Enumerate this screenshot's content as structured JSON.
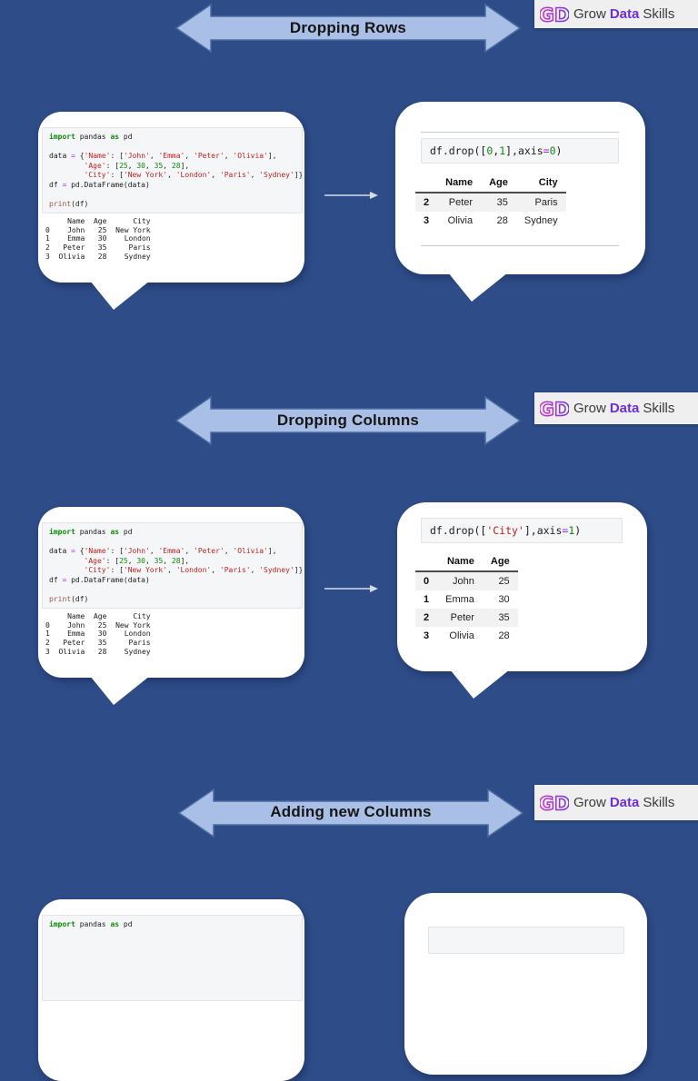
{
  "colors": {
    "background": "#2e4c88",
    "banner_fill": "#a9bfe6",
    "banner_border": "#4a6b9f",
    "bubble": "#ffffff",
    "code_cell_bg": "#f5f6f7",
    "logo_purple": "#6d2fd9",
    "code_keyword": "#0b8a0b",
    "code_string": "#ba2121",
    "code_number": "#0e8a0e",
    "code_operator": "#aa22ff",
    "code_builtin": "#9c5649"
  },
  "logo": {
    "icon": "grow-data-skills-monogram",
    "monogram": "GD",
    "grow": "Grow",
    "data": "Data",
    "skills": "Skills"
  },
  "banners": [
    {
      "label": "Dropping Rows"
    },
    {
      "label": "Dropping Columns"
    },
    {
      "label": "Adding new Columns"
    }
  ],
  "notebook": {
    "code_lines": [
      [
        [
          "import",
          "kw"
        ],
        [
          " pandas ",
          "pl"
        ],
        [
          "as",
          "kw"
        ],
        [
          " pd",
          "pl"
        ]
      ],
      [],
      [
        [
          "data ",
          "pl"
        ],
        [
          "=",
          "op"
        ],
        [
          " {",
          "pl"
        ],
        [
          "'Name'",
          "str"
        ],
        [
          ": [",
          "pl"
        ],
        [
          "'John'",
          "str"
        ],
        [
          ", ",
          "pl"
        ],
        [
          "'Emma'",
          "str"
        ],
        [
          ", ",
          "pl"
        ],
        [
          "'Peter'",
          "str"
        ],
        [
          ", ",
          "pl"
        ],
        [
          "'Olivia'",
          "str"
        ],
        [
          "],",
          "pl"
        ]
      ],
      [
        [
          "        ",
          "pl"
        ],
        [
          "'Age'",
          "str"
        ],
        [
          ": [",
          "pl"
        ],
        [
          "25",
          "num"
        ],
        [
          ", ",
          "pl"
        ],
        [
          "30",
          "num"
        ],
        [
          ", ",
          "pl"
        ],
        [
          "35",
          "num"
        ],
        [
          ", ",
          "pl"
        ],
        [
          "28",
          "num"
        ],
        [
          "],",
          "pl"
        ]
      ],
      [
        [
          "        ",
          "pl"
        ],
        [
          "'City'",
          "str"
        ],
        [
          ": [",
          "pl"
        ],
        [
          "'New York'",
          "str"
        ],
        [
          ", ",
          "pl"
        ],
        [
          "'London'",
          "str"
        ],
        [
          ", ",
          "pl"
        ],
        [
          "'Paris'",
          "str"
        ],
        [
          ", ",
          "pl"
        ],
        [
          "'Sydney'",
          "str"
        ],
        [
          "]}",
          "pl"
        ]
      ],
      [
        [
          "df ",
          "pl"
        ],
        [
          "=",
          "op"
        ],
        [
          " pd.DataFrame(data)",
          "pl"
        ]
      ],
      [],
      [
        [
          "print",
          "bi"
        ],
        [
          "(df)",
          "pl"
        ]
      ]
    ],
    "output_lines": [
      "     Name  Age      City",
      "0    John   25  New York",
      "1    Emma   30    London",
      "2   Peter   35     Paris",
      "3  Olivia   28    Sydney"
    ]
  },
  "sections": [
    {
      "result_code": [
        [
          [
            "df.drop([",
            "pl"
          ],
          [
            "0",
            "num"
          ],
          [
            ",",
            "pl"
          ],
          [
            "1",
            "num"
          ],
          [
            "],axis",
            "pl"
          ],
          [
            "=",
            "op"
          ],
          [
            "0",
            "num"
          ],
          [
            ")",
            "pl"
          ]
        ]
      ],
      "result_table": {
        "headers": [
          "Name",
          "Age",
          "City"
        ],
        "rows": [
          [
            "2",
            "Peter",
            "35",
            "Paris"
          ],
          [
            "3",
            "Olivia",
            "28",
            "Sydney"
          ]
        ]
      }
    },
    {
      "result_code": [
        [
          [
            "df.drop([",
            "pl"
          ],
          [
            "'City'",
            "str"
          ],
          [
            "],axis",
            "pl"
          ],
          [
            "=",
            "op"
          ],
          [
            "1",
            "num"
          ],
          [
            ")",
            "pl"
          ]
        ]
      ],
      "result_table": {
        "headers": [
          "Name",
          "Age"
        ],
        "rows": [
          [
            "0",
            "John",
            "25"
          ],
          [
            "1",
            "Emma",
            "30"
          ],
          [
            "2",
            "Peter",
            "35"
          ],
          [
            "3",
            "Olivia",
            "28"
          ]
        ]
      }
    }
  ],
  "partial_bottom": {
    "code_lines": [
      [
        [
          "import",
          "kw"
        ],
        [
          " pandas ",
          "pl"
        ],
        [
          "as",
          "kw"
        ],
        [
          " pd",
          "pl"
        ]
      ]
    ]
  }
}
